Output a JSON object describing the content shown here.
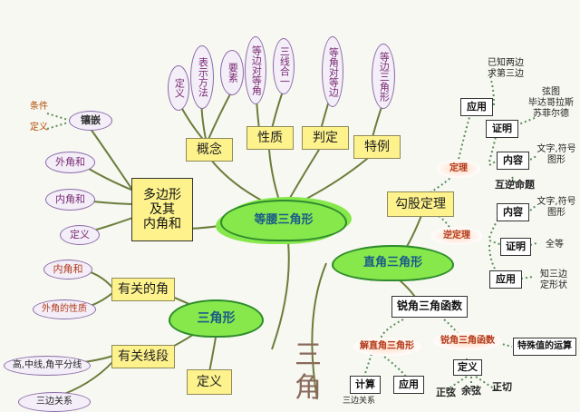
{
  "center": {
    "isosceles": "等腰三角形",
    "right": "直角三角形",
    "triangle": "三角形"
  },
  "big_char": "三角",
  "isosceles_topics": {
    "concept": "概念",
    "property": "性质",
    "judge": "判定",
    "special": "特例"
  },
  "concept_ovals": [
    "定义",
    "表示方法",
    "要素"
  ],
  "property_ovals": [
    "等边对等角",
    "三线合一"
  ],
  "judge_ovals": [
    "等角对等边"
  ],
  "special_ovals": [
    "等边三角形"
  ],
  "polygon": {
    "title": "多边形\n及其\n内角和",
    "ovals": [
      "外角和",
      "内角和",
      "定义"
    ],
    "mosaic": "镶嵌",
    "mosaic_items": [
      "条件",
      "定义"
    ]
  },
  "related_angle": {
    "title": "有关的角",
    "ovals": [
      "内角和",
      "外角的性质"
    ]
  },
  "related_segment": {
    "title": "有关线段",
    "ovals": [
      "高,中线,角平分线",
      "三边关系"
    ]
  },
  "triangle_def": "定义",
  "pythagoras": {
    "title": "勾股定理",
    "theorem": "定理",
    "converse": "逆定理",
    "app_top": "应用",
    "app_top_text": "已知两边\n求第三边",
    "proof": "证明",
    "proof_text": "弦图\n毕达哥拉斯\n苏菲尔德",
    "content1": "内容",
    "content1_text": "文字,符号\n图形",
    "mutual": "互逆命题",
    "content2": "内容",
    "content2_text": "文字,符号\n图形",
    "proof2": "证明",
    "proof2_text": "全等",
    "app2": "应用",
    "app2_text": "知三边\n定形状"
  },
  "trig": {
    "title": "锐角三角函数",
    "solve": "解直角三角形",
    "acute": "锐角三角函数",
    "special": "特殊值的运算",
    "calc": "计算",
    "apply": "应用",
    "def": "定义",
    "items": [
      "正弦",
      "余弦",
      "正切"
    ],
    "rel": "三边关系"
  }
}
